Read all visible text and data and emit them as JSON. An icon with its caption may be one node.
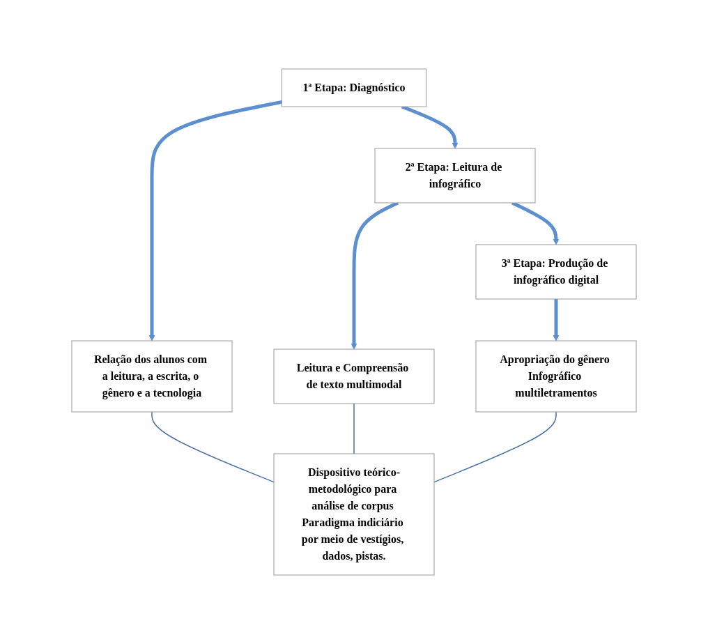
{
  "diagram": {
    "nodes": [
      {
        "text": [
          "1ª Etapa: Diagnóstico"
        ]
      },
      {
        "text": [
          "2ª Etapa: Leitura de infográfico"
        ]
      },
      {
        "text": [
          "3ª Etapa: Produção de infográfico digital"
        ]
      },
      {
        "text": [
          "Relação dos alunos com a leitura, a escrita, o gênero e a tecnologia"
        ]
      },
      {
        "text": [
          "Leitura e Compreensão de texto multimodal"
        ]
      },
      {
        "text": [
          "Apropriação do gênero Infográfico multiletramentos"
        ]
      },
      {
        "text": [
          "Dispositivo teórico-metodológico para análise de corpus Paradigma indiciário por meio de vestígios, dados, pistas."
        ]
      }
    ],
    "edges": [
      {
        "from": 0,
        "to": 1,
        "arrow": "to"
      },
      {
        "from": 1,
        "to": 2,
        "arrow": "to"
      },
      {
        "from": 0,
        "to": 3,
        "arrow": "to"
      },
      {
        "from": 1,
        "to": 4,
        "arrow": "to"
      },
      {
        "from": 2,
        "to": 5,
        "arrow": "to"
      },
      {
        "from": 3,
        "to": 6,
        "arrow": "none",
        "color": "#4a6fa5"
      },
      {
        "from": 4,
        "to": 6,
        "arrow": "none",
        "color": "#4a6fa5"
      },
      {
        "from": 5,
        "to": 6,
        "arrow": "none",
        "color": "#4a6fa5"
      }
    ]
  }
}
